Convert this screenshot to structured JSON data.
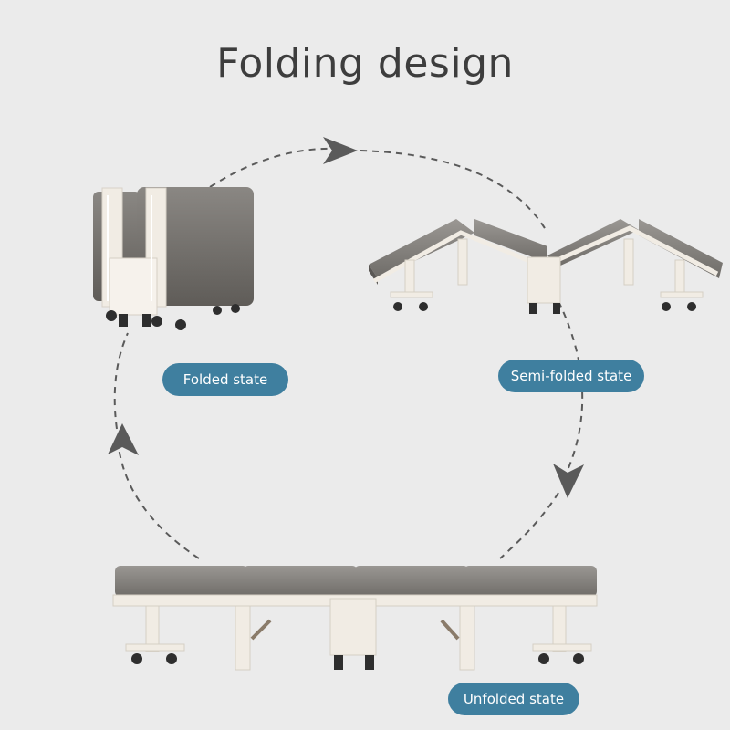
{
  "title": "Folding design",
  "states": {
    "folded": "Folded state",
    "semi_folded": "Semi-folded state",
    "unfolded": "Unfolded state"
  },
  "colors": {
    "background": "#ebebeb",
    "cushion": "#6b6864",
    "frame": "#f1ece4",
    "pill": "#3f7f9f",
    "arrow": "#5a5a5a"
  }
}
